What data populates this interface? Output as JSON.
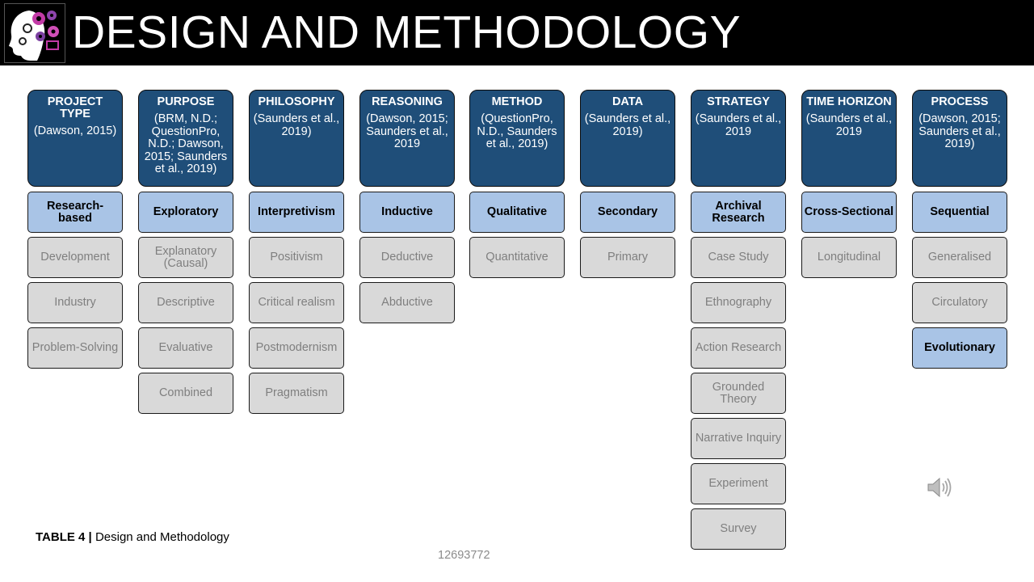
{
  "title": "DESIGN AND METHODOLOGY",
  "columns": [
    {
      "title": "PROJECT TYPE",
      "cite": "(Dawson, 2015)",
      "options": [
        {
          "label": "Research-based",
          "selected": true
        },
        {
          "label": "Development",
          "selected": false
        },
        {
          "label": "Industry",
          "selected": false
        },
        {
          "label": "Problem-Solving",
          "selected": false
        }
      ]
    },
    {
      "title": "PURPOSE",
      "cite": "(BRM, N.D.; QuestionPro, N.D.; Dawson, 2015; Saunders et al., 2019)",
      "options": [
        {
          "label": "Exploratory",
          "selected": true
        },
        {
          "label": "Explanatory (Causal)",
          "selected": false
        },
        {
          "label": "Descriptive",
          "selected": false
        },
        {
          "label": "Evaluative",
          "selected": false
        },
        {
          "label": "Combined",
          "selected": false
        }
      ]
    },
    {
      "title": "PHILOSOPHY",
      "cite": "(Saunders et al., 2019)",
      "options": [
        {
          "label": "Interpretivism",
          "selected": true
        },
        {
          "label": "Positivism",
          "selected": false
        },
        {
          "label": "Critical realism",
          "selected": false
        },
        {
          "label": "Postmodernism",
          "selected": false
        },
        {
          "label": "Pragmatism",
          "selected": false
        }
      ]
    },
    {
      "title": "REASONING",
      "cite": "(Dawson, 2015; Saunders et al., 2019",
      "options": [
        {
          "label": "Inductive",
          "selected": true
        },
        {
          "label": "Deductive",
          "selected": false
        },
        {
          "label": "Abductive",
          "selected": false
        }
      ]
    },
    {
      "title": "METHOD",
      "cite": "(QuestionPro, N.D., Saunders et al., 2019)",
      "options": [
        {
          "label": "Qualitative",
          "selected": true
        },
        {
          "label": "Quantitative",
          "selected": false
        }
      ]
    },
    {
      "title": "DATA",
      "cite": "(Saunders et al., 2019)",
      "options": [
        {
          "label": "Secondary",
          "selected": true
        },
        {
          "label": "Primary",
          "selected": false
        }
      ]
    },
    {
      "title": "STRATEGY",
      "cite": "(Saunders et al., 2019",
      "options": [
        {
          "label": "Archival Research",
          "selected": true
        },
        {
          "label": "Case Study",
          "selected": false
        },
        {
          "label": "Ethnography",
          "selected": false
        },
        {
          "label": "Action Research",
          "selected": false
        },
        {
          "label": "Grounded Theory",
          "selected": false
        },
        {
          "label": "Narrative Inquiry",
          "selected": false
        },
        {
          "label": "Experiment",
          "selected": false
        },
        {
          "label": "Survey",
          "selected": false
        }
      ]
    },
    {
      "title": "TIME HORIZON",
      "cite": "(Saunders et al., 2019",
      "options": [
        {
          "label": "Cross-Sectional",
          "selected": true
        },
        {
          "label": "Longitudinal",
          "selected": false
        }
      ]
    },
    {
      "title": "PROCESS",
      "cite": "(Dawson, 2015; Saunders et al., 2019)",
      "options": [
        {
          "label": "Sequential",
          "selected": true
        },
        {
          "label": "Generalised",
          "selected": false
        },
        {
          "label": "Circulatory",
          "selected": false
        },
        {
          "label": "Evolutionary",
          "selected": true
        }
      ]
    }
  ],
  "caption": {
    "label": "TABLE 4 |",
    "text": "Design and Methodology"
  },
  "footer_number": "12693772",
  "colors": {
    "header_bg": "#1f4e79",
    "selected_bg": "#a9c4e6",
    "unselected_bg": "#d9d9d9",
    "unselected_text": "#7f7f7f"
  },
  "icons": {
    "logo": "brain-gears-logo-icon",
    "audio": "speaker-icon"
  }
}
